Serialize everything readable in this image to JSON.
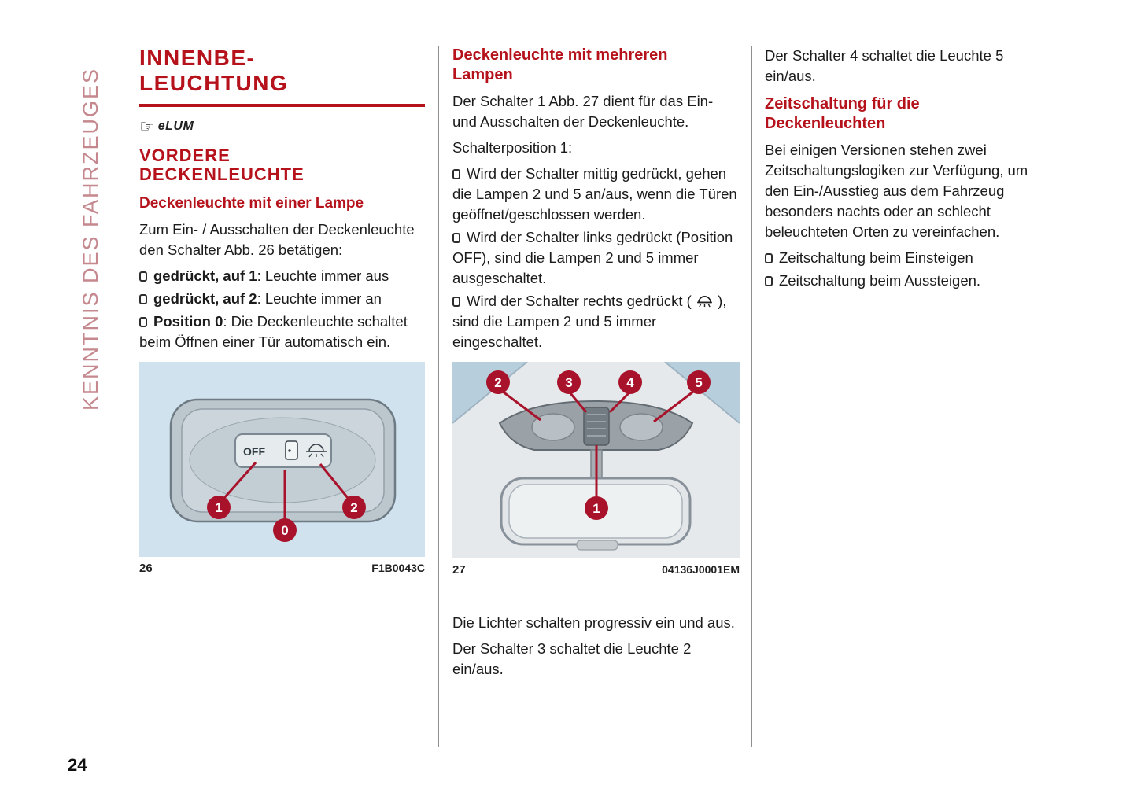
{
  "page": {
    "number": "24",
    "sidebar_text": "KENNTNIS DES FAHRZEUGES"
  },
  "colors": {
    "heading_red": "#b5121b",
    "callout_red": "#a8122b",
    "sidebar_pink": "#c4888e",
    "figure_blue": "#cfe2ed"
  },
  "col1": {
    "title_line1": "INNENBE-",
    "title_line2": "LEUCHTUNG",
    "logo_text": "eLUM",
    "section_heading": "VORDERE DECKENLEUCHTE",
    "sub_heading": "Deckenleuchte mit einer Lampe",
    "intro": "Zum Ein- / Ausschalten der Deckenleuchte den Schalter Abb. 26 betätigen:",
    "bullets": [
      {
        "bold": "gedrückt, auf 1",
        "rest": ": Leuchte immer aus"
      },
      {
        "bold": "gedrückt, auf 2",
        "rest": ": Leuchte immer an"
      },
      {
        "bold": "Position 0",
        "rest": ": Die Deckenleuchte schaltet beim Öffnen einer Tür automatisch ein."
      }
    ],
    "figure": {
      "number": "26",
      "code": "F1B0043C",
      "switch_label": "OFF",
      "callouts": [
        "1",
        "0",
        "2"
      ]
    }
  },
  "col2": {
    "heading": "Deckenleuchte mit mehreren Lampen",
    "para1": "Der Schalter 1 Abb. 27 dient für das Ein- und Ausschalten der Deckenleuchte.",
    "para2": "Schalterposition 1:",
    "bullets": [
      "Wird der Schalter mittig gedrückt, gehen die Lampen 2 und 5 an/aus, wenn die Türen geöffnet/geschlossen werden.",
      "Wird der Schalter links gedrückt (Position OFF), sind die Lampen 2 und 5 immer ausgeschaltet."
    ],
    "bullet3": {
      "pre": "Wird der Schalter rechts gedrückt ( ",
      "post": " ), sind die Lampen 2 und 5 immer eingeschaltet."
    },
    "figure": {
      "number": "27",
      "code": "04136J0001EM",
      "callouts": [
        "2",
        "3",
        "4",
        "5",
        "1"
      ]
    },
    "para3": "Die Lichter schalten progressiv ein und aus.",
    "para4": "Der Schalter 3 schaltet die Leuchte 2 ein/aus."
  },
  "col3": {
    "para1": "Der Schalter 4 schaltet die Leuchte 5 ein/aus.",
    "heading": "Zeitschaltung für die Deckenleuchten",
    "para2": "Bei einigen Versionen stehen zwei Zeitschaltungslogiken zur Verfügung, um den Ein-/Ausstieg aus dem Fahrzeug besonders nachts oder an schlecht beleuchteten Orten zu vereinfachen.",
    "bullets": [
      "Zeitschaltung beim Einsteigen",
      "Zeitschaltung beim Aussteigen."
    ]
  }
}
